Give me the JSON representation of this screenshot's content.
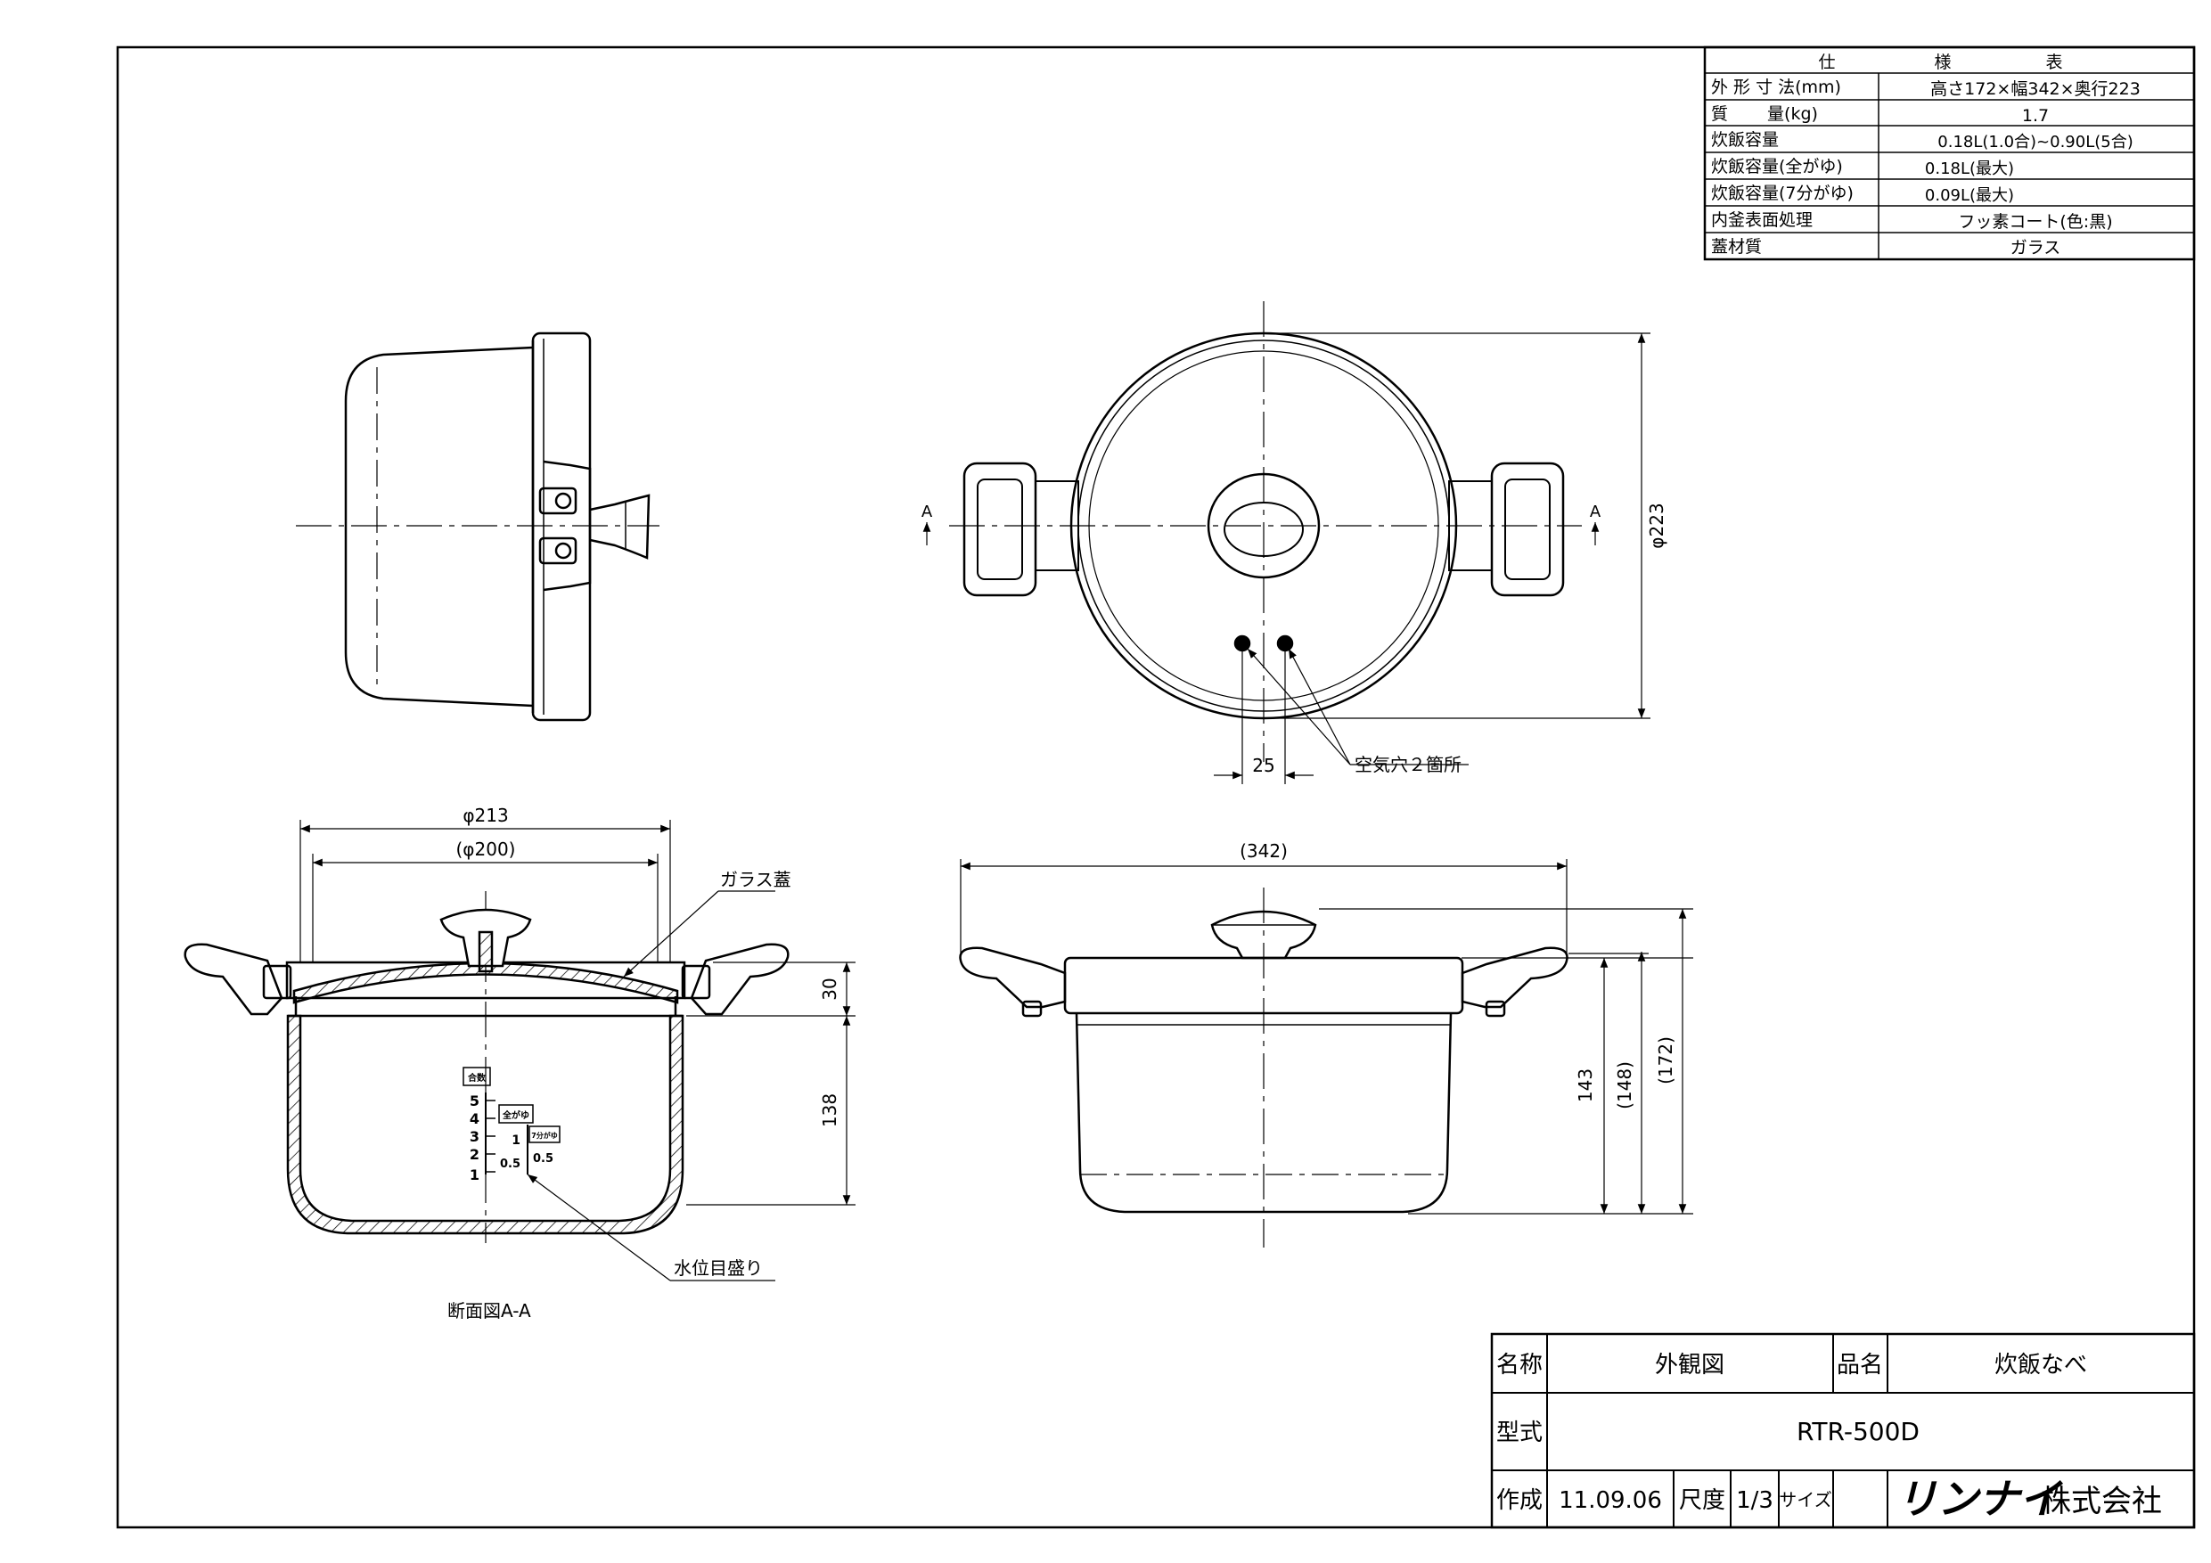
{
  "spec_table": {
    "header": [
      "仕",
      "様",
      "表"
    ],
    "rows": [
      {
        "label": "外 形 寸 法(mm)",
        "value": "高さ172×幅342×奥行223"
      },
      {
        "label": "質　　 量(kg)",
        "value": "1.7"
      },
      {
        "label": "炊飯容量",
        "value": "0.18L(1.0合)~0.90L(5合)"
      },
      {
        "label": "炊飯容量(全がゆ)",
        "value": "0.18L(最大)"
      },
      {
        "label": "炊飯容量(7分がゆ)",
        "value": "0.09L(最大)"
      },
      {
        "label": "内釜表面処理",
        "value": "フッ素コート(色:黒)"
      },
      {
        "label": "蓋材質",
        "value": "ガラス"
      }
    ]
  },
  "dimensions": {
    "d223": "φ223",
    "hole_spacing": "25",
    "air_holes": "空気穴２箇所",
    "section_mark": "A",
    "d213": "φ213",
    "d200": "(φ200)",
    "w342": "(342)",
    "h30": "30",
    "h138": "138",
    "h143": "143",
    "h148": "(148)",
    "h172": "(172)",
    "glass_lid": "ガラス蓋",
    "water_scale": "水位目盛り",
    "section_title": "断面図A-A"
  },
  "scale_marks": {
    "rice_tag": "合数",
    "zengayu_tag": "全がゆ",
    "nanabu_tag": "7分がゆ",
    "m5": "5",
    "m4": "4",
    "m3": "3",
    "m2": "2",
    "m1": "1",
    "m05": "0.5",
    "g1": "1",
    "g05": "0.5"
  },
  "title_block": {
    "name_label": "名称",
    "name_value": "外観図",
    "product_label": "品名",
    "product_value": "炊飯なべ",
    "model_label": "型式",
    "model_value": "RTR-500D",
    "made_label": "作成",
    "made_value": "11.09.06",
    "scale_label": "尺度",
    "scale_value": "1/3",
    "size_label": "サイズ",
    "company_logo": "リンナイ",
    "company_suffix": "株式会社"
  }
}
